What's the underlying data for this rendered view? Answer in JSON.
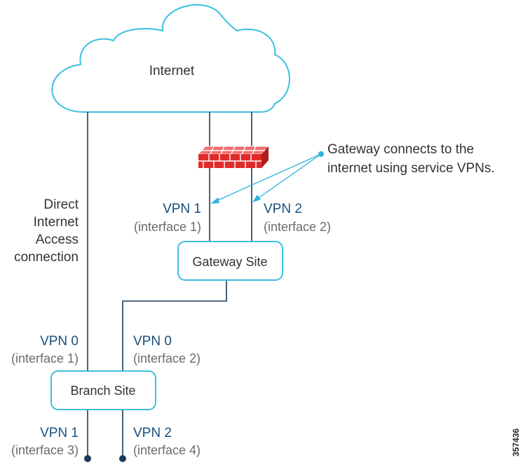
{
  "cloud": {
    "label": "Internet"
  },
  "firewall": {
    "icon": "firewall-brick-icon"
  },
  "annotation": {
    "line1": "Gateway connects to the",
    "line2": "internet using service VPNs."
  },
  "dia": {
    "line1": "Direct",
    "line2": "Internet",
    "line3": "Access",
    "line4": "connection"
  },
  "gateway": {
    "label": "Gateway Site",
    "vpn1": {
      "name": "VPN 1",
      "iface": "(interface 1)"
    },
    "vpn2": {
      "name": "VPN 2",
      "iface": "(interface 2)"
    }
  },
  "branch": {
    "label": "Branch Site",
    "upper_left": {
      "name": "VPN 0",
      "iface": "(interface 1)"
    },
    "upper_right": {
      "name": "VPN 0",
      "iface": "(interface 2)"
    },
    "lower_left": {
      "name": "VPN 1",
      "iface": "(interface 3)"
    },
    "lower_right": {
      "name": "VPN 2",
      "iface": "(interface 4)"
    }
  },
  "figure_id": "357436",
  "colors": {
    "line": "#1b3a57",
    "box": "#3bbfe0",
    "annotation": "#2eb4e0",
    "firewall": "#e02b2b",
    "vpn_text": "#1b4f7c"
  }
}
